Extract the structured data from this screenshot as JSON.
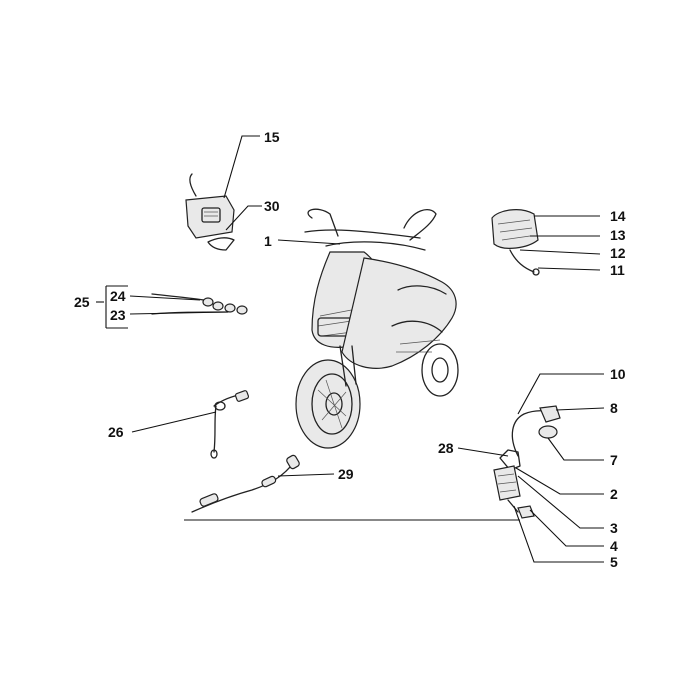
{
  "callouts": {
    "c1": "1",
    "c2": "2",
    "c3": "3",
    "c4": "4",
    "c5": "5",
    "c7": "7",
    "c8": "8",
    "c10": "10",
    "c11": "11",
    "c12": "12",
    "c13": "13",
    "c14": "14",
    "c15": "15",
    "c23": "23",
    "c24": "24",
    "c25": "25",
    "c26": "26",
    "c28": "28",
    "c29": "29",
    "c30": "30"
  },
  "colors": {
    "ink": "#111111",
    "background": "#ffffff"
  }
}
